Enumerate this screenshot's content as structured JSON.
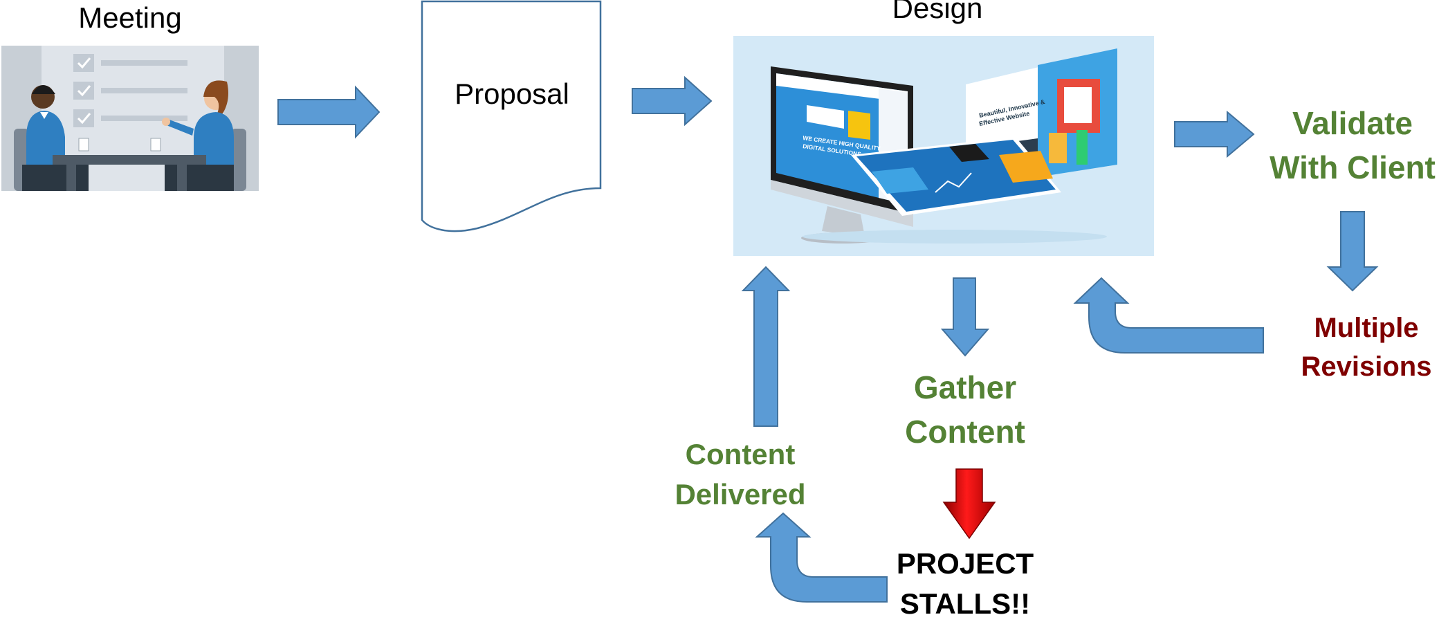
{
  "nodes": {
    "meeting": "Meeting",
    "proposal": "Proposal",
    "design": "Design",
    "validate": [
      "Validate",
      "With Client"
    ],
    "revisions": [
      "Multiple",
      "Revisions"
    ],
    "gather": [
      "Gather",
      "Content"
    ],
    "delivered": [
      "Content",
      "Delivered"
    ],
    "stalls": [
      "PROJECT",
      "STALLS!!"
    ]
  },
  "design_mockup": {
    "monitor_headline": [
      "WE CREATE HIGH QUALITY",
      "DIGITAL SOLUTIONS"
    ],
    "card_headline": [
      "Beautiful, Innovative &",
      "Effective Website"
    ]
  },
  "colors": {
    "arrow": "#5b9bd5",
    "arrow_stroke": "#41719c",
    "green_text": "#548235",
    "red_text": "#7f0000",
    "red_arrow": "#d00000",
    "design_bg": "#d4e9f7"
  }
}
